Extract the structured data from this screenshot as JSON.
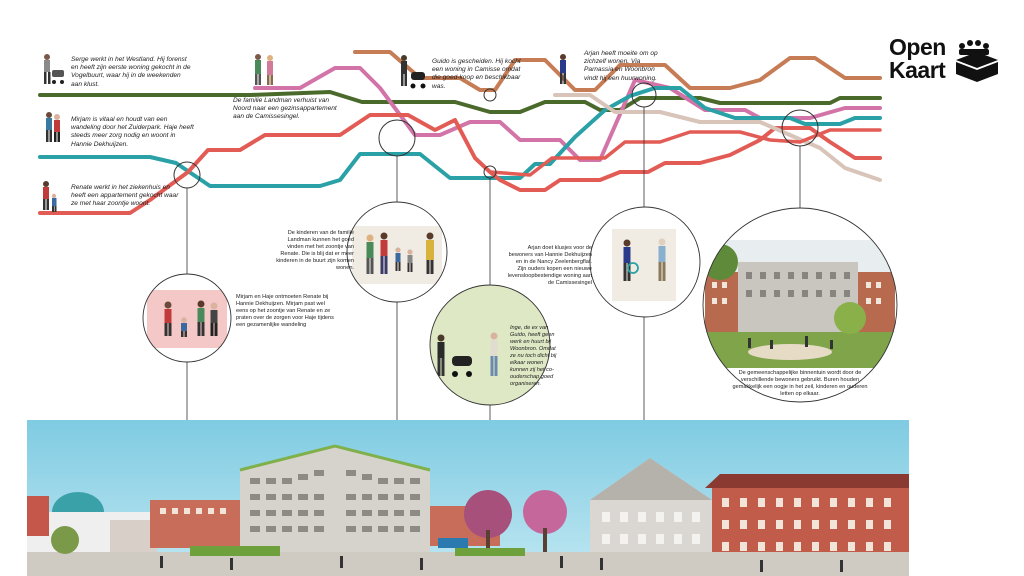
{
  "brand": {
    "line1": "Open",
    "line2": "Kaart"
  },
  "colors": {
    "darkgreen": "#4a6a2c",
    "pink": "#d274a8",
    "teal": "#2aa1a6",
    "red": "#e25b54",
    "orange": "#c67c55",
    "beige": "#d8c4b8",
    "sky": "#8fd3e6"
  },
  "stories": {
    "serge": "Serge werkt in het Westland. Hij forenst en heeft zijn eerste woning gekocht in de Vogelbuurt, waar hij in de weekenden aan klust.",
    "mirjam": "Mirjam is vitaal en houdt van een wandeling door het Zuiderpark. Haje heeft steeds meer zorg nodig en woont in Hannie Dekhuijzen.",
    "renate": "Renate werkt in het ziekenhuis en heeft een appartement gekocht waar ze met haar zoontje woont.",
    "landman": "De familie Landman verhuist van Noord naar een gezinsappartement aan de Camissesingel.",
    "guido": "Guido is gescheiden. Hij kocht een woning in Camisse omdat die goed-koop en beschikbaar was.",
    "arjan": "Arjan heeft moeite om op zichzelf wonen. Via Parnassia en Woonbron vindt hij een huurwoning."
  },
  "meetings": {
    "m1": "Mirjam en Haje ontmoeten Renate bij Hannie Dekhuijzen. Mirjam past wel eens op het zoontje van Renate en ze praten over de zorgen voor Haje tijdens een gezamenlijke wandeling",
    "m2": "De kinderen van de familie Landman kunnen het goed vinden met het zoontje van Renate. Die is blij dat er meer kinderen in de buurt zijn komen wonen.",
    "m3": "Inge, de ex van Guido, heeft geen werk en huurt bij Woonbron. Omdat ze nu toch dicht bij elkaar wonen kunnen zij het co-ouderschap goed organiseren.",
    "m4": "Arjan doet klusjes voor de bewoners van Hannie Dekhuijzen en in de Nancy Zeelenbergflat. Zijn ouders kopen een nieuwe levensloopbestendige woning aan de Camissesingel",
    "m5": "De gemeenschappelijke binnentuin wordt door de verschillende bewoners gebruikt. Buren houden gemakkelijk een oogje in het zeil, kinderen en ouderen letten op elkaar."
  }
}
